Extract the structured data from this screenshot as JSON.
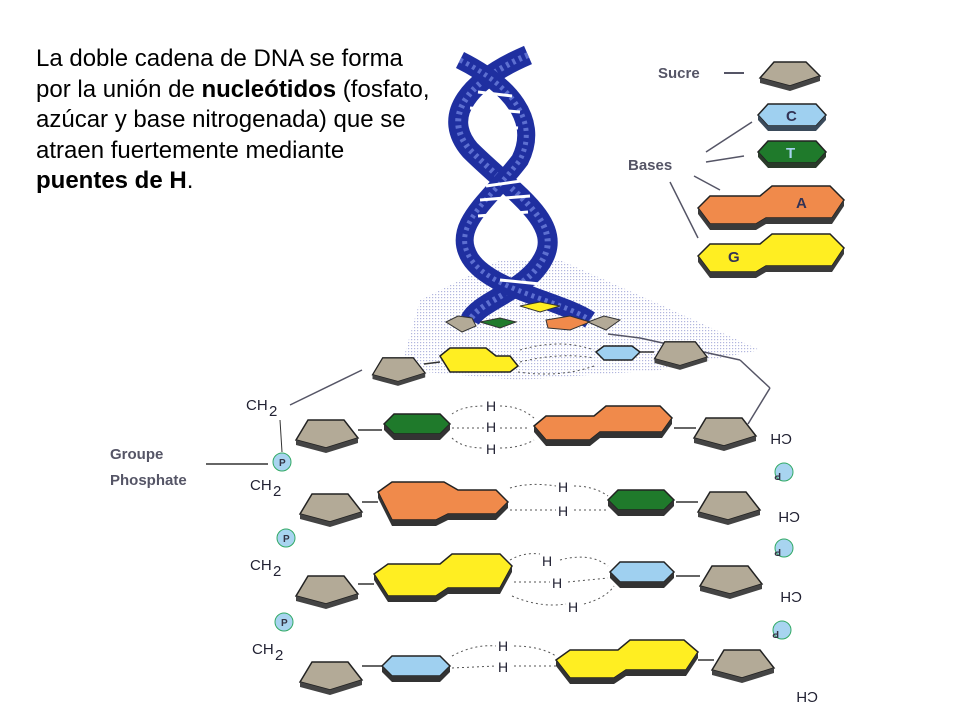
{
  "caption": {
    "p1": "La doble cadena de DNA se forma por la unión de ",
    "b1": "nucleótidos",
    "p2": " (fosfato, azúcar y base nitrogenada) que se atraen fuertemente mediante ",
    "b2": "puentes de H",
    "p3": "."
  },
  "legend": {
    "sucre": "Sucre",
    "bases": "Bases",
    "letters": {
      "c": "C",
      "t": "T",
      "a": "A",
      "g": "G"
    }
  },
  "labels": {
    "groupe_line1": "Groupe",
    "groupe_line2": "Phosphate",
    "ch2": "CH",
    "ch2_sub": "2",
    "p": "P",
    "h": "H"
  },
  "colors": {
    "sugar": "#b3aa97",
    "cytosine": "#9fd0f0",
    "thymine": "#1f7a2b",
    "adenine": "#f08a4b",
    "guanine": "#ffee22",
    "helix": "#1f2fa0",
    "phosphate": "#a8d4f0"
  }
}
